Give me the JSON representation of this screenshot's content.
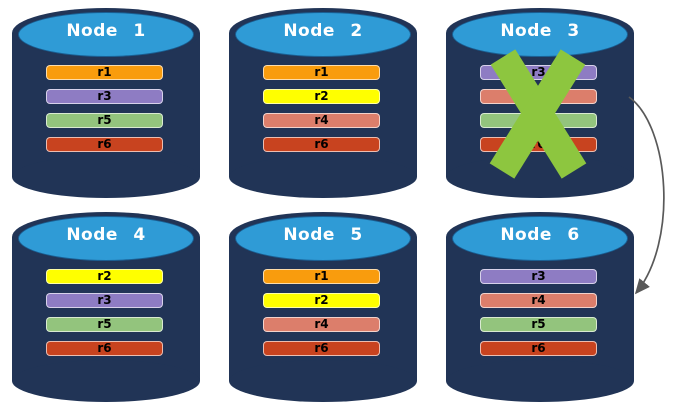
{
  "palette": {
    "cylinder_body": "#213456",
    "cylinder_top": "#2F9BD6",
    "node_label_color": "#FFFFFF",
    "bar_label_color": "#000000",
    "failure_x_color": "#8DC63F",
    "arrow_color": "#595959",
    "background": "#FFFFFF"
  },
  "replica_colors": {
    "r1": "#F99C0D",
    "r2": "#FFFF00",
    "r3": "#8E7CC3",
    "r4": "#DC7E6B",
    "r5": "#93C47D",
    "r6": "#C8431F"
  },
  "nodes": [
    {
      "label": "Node 1",
      "failed": "false",
      "replicas": [
        {
          "name": "r1",
          "color": "#F99C0D"
        },
        {
          "name": "r3",
          "color": "#8E7CC3"
        },
        {
          "name": "r5",
          "color": "#93C47D"
        },
        {
          "name": "r6",
          "color": "#C8431F"
        }
      ]
    },
    {
      "label": "Node 2",
      "failed": "false",
      "replicas": [
        {
          "name": "r1",
          "color": "#F99C0D"
        },
        {
          "name": "r2",
          "color": "#FFFF00"
        },
        {
          "name": "r4",
          "color": "#DC7E6B"
        },
        {
          "name": "r6",
          "color": "#C8431F"
        }
      ]
    },
    {
      "label": "Node 3",
      "failed": "true",
      "replicas": [
        {
          "name": "r3",
          "color": "#8E7CC3"
        },
        {
          "name": "r4",
          "color": "#DC7E6B"
        },
        {
          "name": "r5",
          "color": "#93C47D"
        },
        {
          "name": "r6",
          "color": "#C8431F"
        }
      ]
    },
    {
      "label": "Node 4",
      "failed": "false",
      "replicas": [
        {
          "name": "r2",
          "color": "#FFFF00"
        },
        {
          "name": "r3",
          "color": "#8E7CC3"
        },
        {
          "name": "r5",
          "color": "#93C47D"
        },
        {
          "name": "r6",
          "color": "#C8431F"
        }
      ]
    },
    {
      "label": "Node 5",
      "failed": "false",
      "replicas": [
        {
          "name": "r1",
          "color": "#F99C0D"
        },
        {
          "name": "r2",
          "color": "#FFFF00"
        },
        {
          "name": "r4",
          "color": "#DC7E6B"
        },
        {
          "name": "r6",
          "color": "#C8431F"
        }
      ]
    },
    {
      "label": "Node 6",
      "failed": "false",
      "replicas": [
        {
          "name": "r3",
          "color": "#8E7CC3"
        },
        {
          "name": "r4",
          "color": "#DC7E6B"
        },
        {
          "name": "r5",
          "color": "#93C47D"
        },
        {
          "name": "r6",
          "color": "#C8431F"
        }
      ]
    }
  ]
}
